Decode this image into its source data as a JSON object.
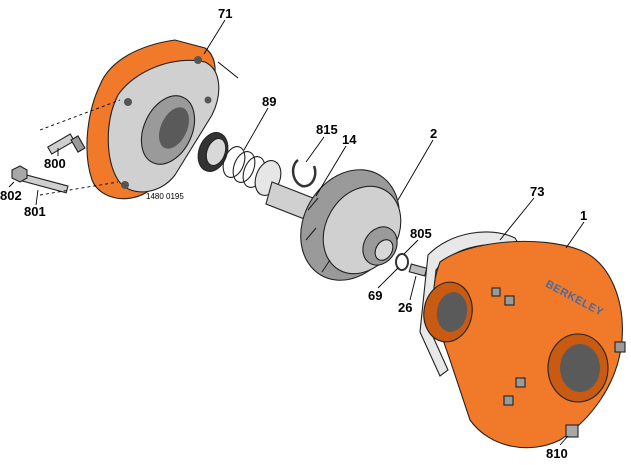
{
  "diagram": {
    "doc_number": "1480 0195",
    "brand_mark": "BERKELEY",
    "colors": {
      "housing": "#f07a2a",
      "housing_dark": "#c85a12",
      "metal": "#9a9a9a",
      "metal_light": "#d0d0d0",
      "metal_dark": "#5a5a5a",
      "brand_text": "#4a6a9a"
    },
    "callouts": [
      {
        "id": "c71",
        "label": "71"
      },
      {
        "id": "c89",
        "label": "89"
      },
      {
        "id": "c815",
        "label": "815"
      },
      {
        "id": "c14",
        "label": "14"
      },
      {
        "id": "c2",
        "label": "2"
      },
      {
        "id": "c73",
        "label": "73"
      },
      {
        "id": "c1",
        "label": "1"
      },
      {
        "id": "c800",
        "label": "800"
      },
      {
        "id": "c802",
        "label": "802"
      },
      {
        "id": "c801",
        "label": "801"
      },
      {
        "id": "c805",
        "label": "805"
      },
      {
        "id": "c69",
        "label": "69"
      },
      {
        "id": "c26",
        "label": "26"
      },
      {
        "id": "c810",
        "label": "810"
      }
    ]
  }
}
